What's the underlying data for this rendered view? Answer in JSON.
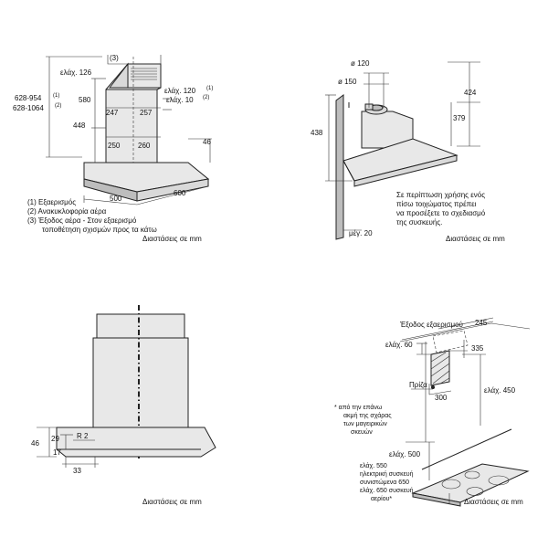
{
  "q1": {
    "note3": "(3)",
    "dim_min126": "ελάχ. 126",
    "dim_range1": "628-954",
    "dim_range1_sup": "(1)",
    "dim_range2": "628-1064",
    "dim_range2_sup": "(2)",
    "dim_580": "580",
    "dim_448": "448",
    "dim_247": "247",
    "dim_257": "257",
    "dim_250": "250",
    "dim_260": "260",
    "dim_min120": "ελάχ. 120",
    "dim_min120_sup": "(1)",
    "dim_min10": "ελάχ. 10",
    "dim_min10_sup": "(2)",
    "dim_46": "46",
    "dim_500": "500",
    "dim_600": "600",
    "legend": [
      "(1) Εξαερισμός",
      "(2) Ανακυκλοφορία αέρα",
      "(3) Έξοδος αέρα - Στον εξαερισμό",
      "τοποθέτηση σχισμών προς τα κάτω"
    ],
    "units": "Διαστάσεις σε mm"
  },
  "q2": {
    "dim_d120": "ø 120",
    "dim_d150": "ø 150",
    "dim_424": "424",
    "dim_379": "379",
    "dim_438": "438",
    "dim_max20": "μέγ. 20",
    "note": [
      "Σε περίπτωση χρήσης ενός",
      "πίσω τοιχώματος πρέπει",
      "να προσέξετε το σχεδιασμό",
      "της συσκευής."
    ],
    "units": "Διαστάσεις σε mm"
  },
  "q3": {
    "dim_46": "46",
    "dim_29": "29",
    "dim_R2": "R 2",
    "dim_17": "17",
    "dim_33": "33",
    "units": "Διαστάσεις σε mm"
  },
  "q4": {
    "label_exhaust": "Έξοδος εξαερισμού",
    "dim_245": "245",
    "dim_min60": "ελάχ. 60",
    "dim_335": "335",
    "label_socket": "Πρίζα",
    "dim_300": "300",
    "dim_min450": "ελάχ. 450",
    "asterisk_note": [
      "* από την επάνω",
      "ακμή της σχάρας",
      "των μαγειρικών",
      "σκευών"
    ],
    "dim_min500": "ελάχ. 500",
    "bottom_note": [
      "ελάχ. 550",
      "ηλεκτρική συσκευή",
      "συνιστώμενα 650",
      "ελάχ. 650 συσκευή",
      "αερίου*"
    ],
    "units": "Διαστάσεις σε mm"
  }
}
